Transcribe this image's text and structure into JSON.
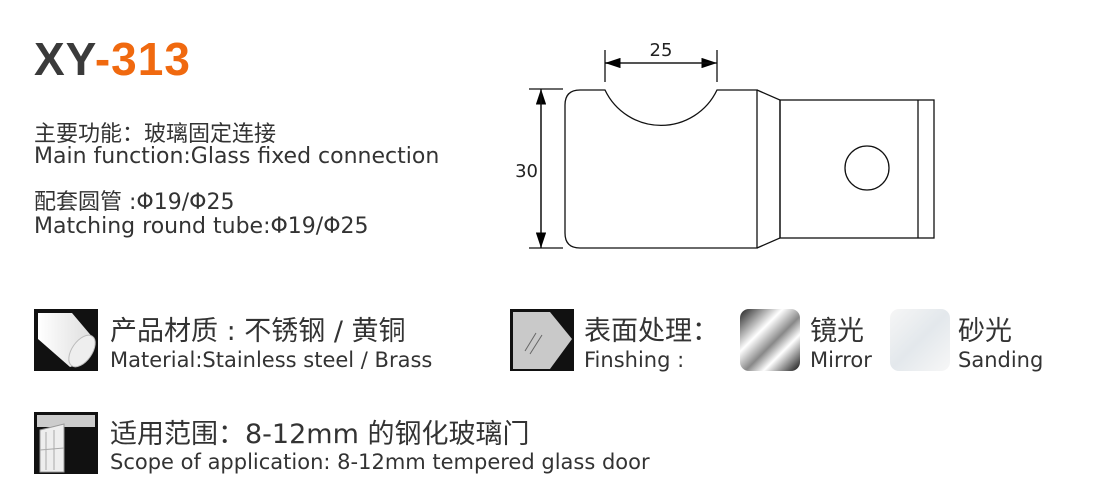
{
  "title": {
    "prefix": "XY",
    "model": "-313"
  },
  "specs": {
    "function_cn": "主要功能：玻璃固定连接",
    "function_en": "Main function:Glass fixed connection",
    "tube_cn": "配套圆管 :Φ19/Φ25",
    "tube_en": "Matching round tube:Φ19/Φ25"
  },
  "drawing": {
    "width_label": "25",
    "height_label": "30"
  },
  "material": {
    "cn": "产品材质 : 不锈钢 / 黄铜",
    "en": "Material:Stainless steel / Brass",
    "icon": "material-rod-icon"
  },
  "finishing": {
    "cn": "表面处理：",
    "en": "Finshing :",
    "options": [
      {
        "cn": "镜光",
        "en": "Mirror"
      },
      {
        "cn": "砂光",
        "en": "Sanding"
      }
    ]
  },
  "scope": {
    "cn": "适用范围：8-12mm 的钢化玻璃门",
    "en": "Scope of application: 8-12mm tempered glass door",
    "icon": "glass-door-icon"
  },
  "colors": {
    "accent": "#f0690f",
    "text": "#333333"
  }
}
